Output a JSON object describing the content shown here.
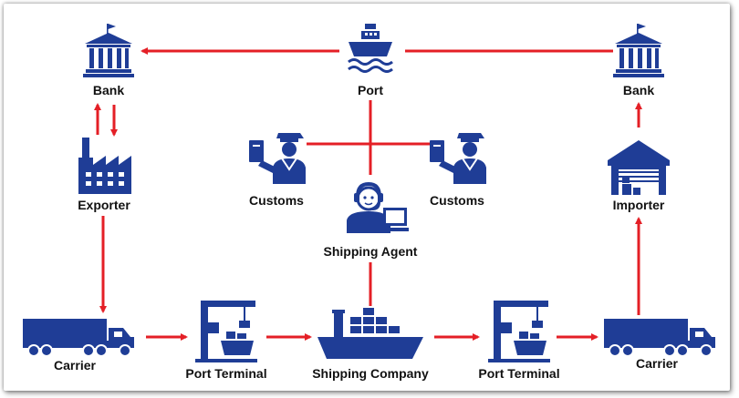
{
  "colors": {
    "icon": "#1f3d96",
    "arrow": "#e41f26",
    "text": "#111111"
  },
  "nodes": {
    "bank_left": {
      "label": "Bank",
      "icon": "bank-icon"
    },
    "port": {
      "label": "Port",
      "icon": "ship-icon"
    },
    "bank_right": {
      "label": "Bank",
      "icon": "bank-icon"
    },
    "exporter": {
      "label": "Exporter",
      "icon": "factory-icon"
    },
    "customs_left": {
      "label": "Customs",
      "icon": "customs-officer-icon"
    },
    "customs_right": {
      "label": "Customs",
      "icon": "customs-officer-icon"
    },
    "shipping_agent": {
      "label": "Shipping Agent",
      "icon": "headset-agent-icon"
    },
    "importer": {
      "label": "Importer",
      "icon": "warehouse-icon"
    },
    "carrier_left": {
      "label": "Carrier",
      "icon": "truck-icon"
    },
    "port_terminal_left": {
      "label": "Port Terminal",
      "icon": "crane-icon"
    },
    "shipping_company": {
      "label": "Shipping Company",
      "icon": "cargo-ship-icon"
    },
    "port_terminal_right": {
      "label": "Port Terminal",
      "icon": "crane-icon"
    },
    "carrier_right": {
      "label": "Carrier",
      "icon": "truck-icon"
    }
  }
}
